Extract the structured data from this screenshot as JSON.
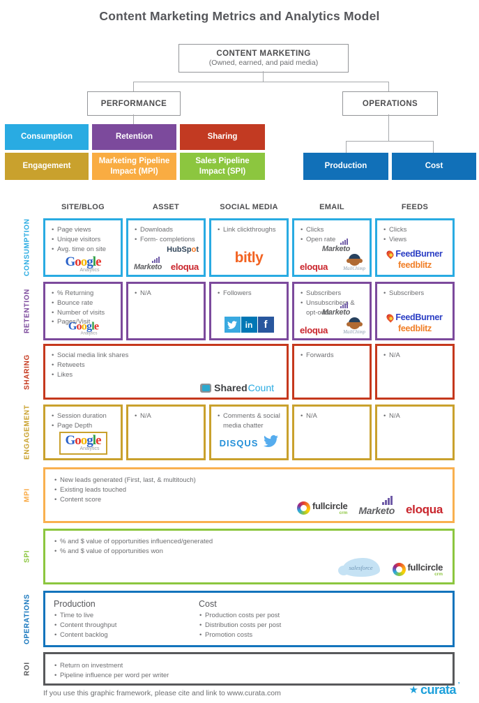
{
  "title": "Content Marketing Metrics and Analytics Model",
  "palette": {
    "consumption": "#29ABE2",
    "retention": "#7C4A9C",
    "sharing": "#C23A22",
    "engagement": "#C9A12D",
    "mpi": "#F9AC42",
    "spi": "#8CC63F",
    "operations_blue": "#1170B8",
    "roi_gray": "#58595B"
  },
  "tree": {
    "root_title": "CONTENT MARKETING",
    "root_subtitle": "(Owned, earned, and paid media)",
    "performance": "PERFORMANCE",
    "operations": "OPERATIONS",
    "boxes": {
      "consumption": "Consumption",
      "retention": "Retention",
      "sharing": "Sharing",
      "engagement": "Engagement",
      "mpi": "Marketing Pipeline Impact (MPI)",
      "spi": "Sales Pipeline Impact (SPI)",
      "production": "Production",
      "cost": "Cost"
    }
  },
  "matrix": {
    "columns": [
      "SITE/BLOG",
      "ASSET",
      "SOCIAL MEDIA",
      "EMAIL",
      "FEEDS"
    ],
    "rows": {
      "consumption": {
        "label": "CONSUMPTION",
        "cells": {
          "site_blog": {
            "items": [
              "Page views",
              "Unique visitors",
              "Avg. time on site"
            ]
          },
          "asset": {
            "items": [
              "Downloads",
              "Form- completions"
            ]
          },
          "social_media": {
            "items": [
              "Link clickthroughs"
            ]
          },
          "email": {
            "items": [
              "Clicks",
              "Open rate"
            ]
          },
          "feeds": {
            "items": [
              "Clicks",
              "Views"
            ]
          }
        }
      },
      "retention": {
        "label": "RETENTION",
        "cells": {
          "site_blog": {
            "items": [
              "% Returning",
              "Bounce rate",
              "Number of visits",
              "Pages/Visit"
            ]
          },
          "asset": {
            "items": [
              "N/A"
            ]
          },
          "social_media": {
            "items": [
              "Followers"
            ]
          },
          "email": {
            "items": [
              "Subscribers",
              "Unsubscribers & opt-outs"
            ]
          },
          "feeds": {
            "items": [
              "Subscribers"
            ]
          }
        }
      },
      "sharing": {
        "label": "SHARING",
        "cells": {
          "wide": {
            "items": [
              "Social media link shares",
              "Retweets",
              "Likes"
            ]
          },
          "email": {
            "items": [
              "Forwards"
            ]
          },
          "feeds": {
            "items": [
              "N/A"
            ]
          }
        }
      },
      "engagement": {
        "label": "ENGAGEMENT",
        "cells": {
          "site_blog": {
            "items": [
              "Session duration",
              "Page Depth"
            ]
          },
          "asset": {
            "items": [
              "N/A"
            ]
          },
          "social_media": {
            "items": [
              "Comments & social media chatter"
            ]
          },
          "email": {
            "items": [
              "N/A"
            ]
          },
          "feeds": {
            "items": [
              "N/A"
            ]
          }
        }
      },
      "mpi": {
        "label": "MPI",
        "items": [
          "New leads generated (First, last, & multitouch)",
          "Existing leads touched",
          "Content score"
        ]
      },
      "spi": {
        "label": "SPI",
        "items": [
          "% and $ value of opportunities influenced/generated",
          "% and $ value of opportunities won"
        ]
      },
      "operations": {
        "label": "OPERATIONS",
        "production_title": "Production",
        "production_items": [
          "Time to live",
          "Content throughput",
          "Content backlog"
        ],
        "cost_title": "Cost",
        "cost_items": [
          "Production costs per post",
          "Distribution costs per post",
          "Promotion costs"
        ]
      },
      "roi": {
        "label": "ROI",
        "items": [
          "Return on investment",
          "Pipeline influence per word per writer"
        ]
      }
    }
  },
  "logos": {
    "google": {
      "letters": [
        "G",
        "o",
        "o",
        "g",
        "l",
        "e"
      ],
      "sub": "Analytics"
    },
    "marketo": {
      "text": "Marketo"
    },
    "eloqua": {
      "text": "eloqua"
    },
    "hubspot": {
      "pre": "HubSp",
      "o": "o",
      "post": "t"
    },
    "bitly": {
      "text": "bitly"
    },
    "mailchimp": {
      "text": "MailChimp"
    },
    "feedburner": {
      "text": "FeedBurner"
    },
    "feedblitz": {
      "text": "feedblitz"
    },
    "linkedin": {
      "text": "in"
    },
    "facebook": {
      "text": "f"
    },
    "sharedcount": {
      "part1": "Shared",
      "part2": "Count"
    },
    "disqus": {
      "text": "DISQUS"
    },
    "fullcircle": {
      "text": "fullcircle",
      "sub": "crm"
    },
    "salesforce": {
      "text": "salesforce"
    },
    "curata": {
      "star_glyph": "★",
      "text": "curata"
    }
  },
  "footer": {
    "note": "If you use this graphic framework, please cite and link to www.curata.com"
  }
}
